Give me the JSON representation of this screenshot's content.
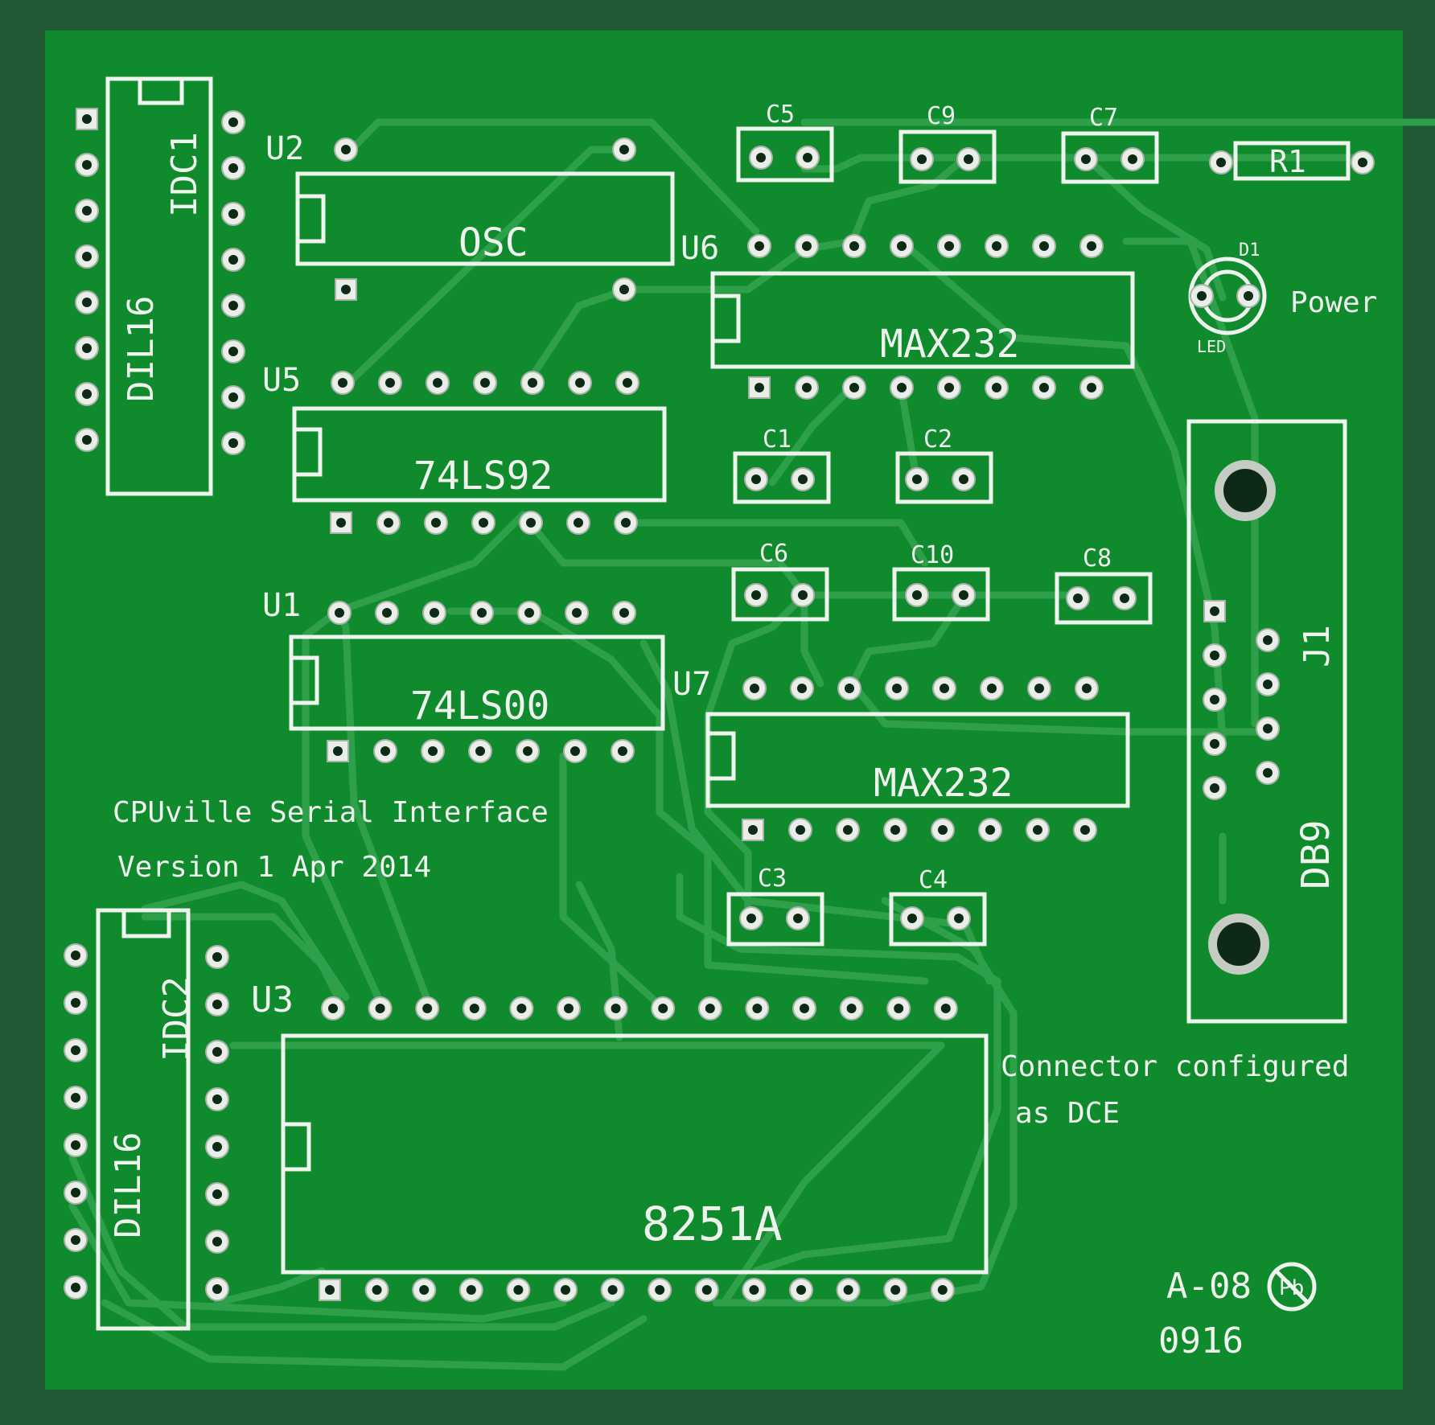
{
  "board": {
    "colors": {
      "background": "#1f5a34",
      "solder_mask": "#0f8a2c",
      "trace": "#2fa04a",
      "silkscreen": "#eef3ee",
      "pad": "#e9eee9"
    },
    "labels": {
      "u2": "U2",
      "osc": "OSC",
      "u5": "U5",
      "ls92": "74LS92",
      "u1": "U1",
      "ls00": "74LS00",
      "u6": "U6",
      "max_top": "MAX232",
      "u7": "U7",
      "max_bottom": "MAX232",
      "u3": "U3",
      "uart": "8251A",
      "c1": "C1",
      "c2": "C2",
      "c3": "C3",
      "c4": "C4",
      "c5": "C5",
      "c6": "C6",
      "c7": "C7",
      "c8": "C8",
      "c9": "C9",
      "c10": "C10",
      "r1": "R1",
      "d1": "D1",
      "power": "Power",
      "led": "LED",
      "j1": "J1",
      "db9": "DB9",
      "idc1": "IDC1",
      "dil16_top": "DIL16",
      "idc2": "IDC2",
      "dil16_bottom": "DIL16",
      "title_line1": "CPUville Serial Interface",
      "title_line2": "Version 1 Apr 2014",
      "connector_line1": "Connector configured",
      "connector_line2": "as DCE",
      "code": "A-08",
      "pb": "Pb",
      "date_code": "0916"
    }
  }
}
